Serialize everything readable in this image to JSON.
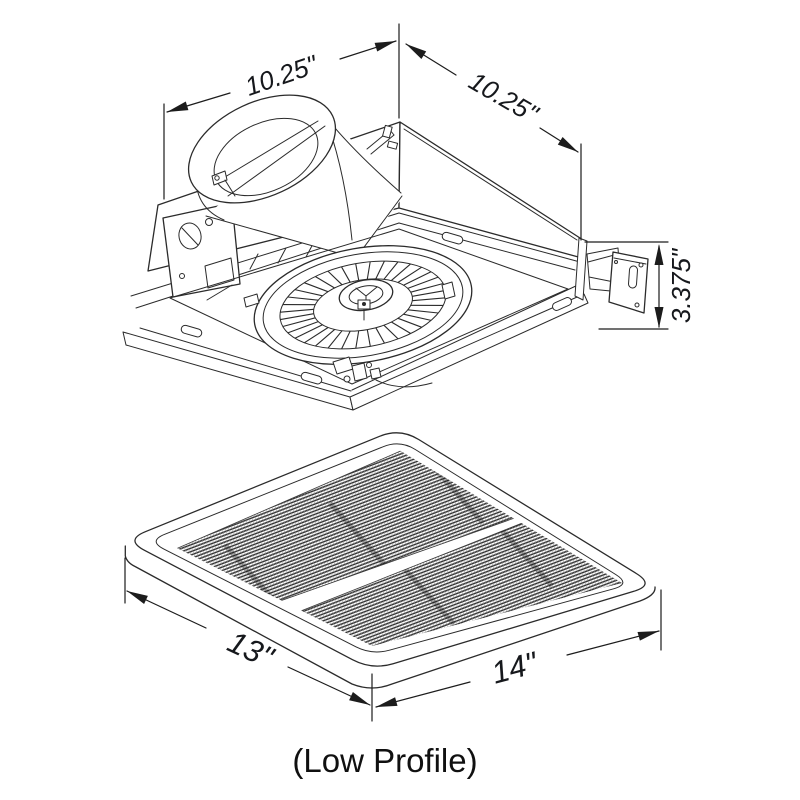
{
  "drawing": {
    "caption": "(Low Profile)",
    "housing_view": {
      "dim_width_left": "10.25\"",
      "dim_width_right": "10.25\"",
      "dim_height": "3.375\""
    },
    "grille_view": {
      "dim_width": "13\"",
      "dim_length": "14\""
    },
    "colors": {
      "line": "#2b2b2b",
      "text": "#16181c",
      "background": "#ffffff",
      "mesh": "#303030"
    }
  }
}
